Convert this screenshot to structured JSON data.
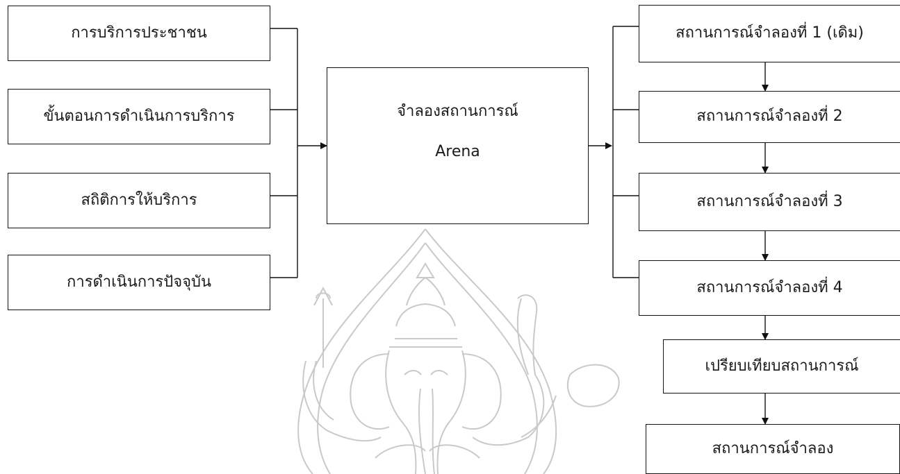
{
  "inputs": [
    {
      "label": "การบริการประชาชน"
    },
    {
      "label": "ขั้นตอนการดำเนินการบริการ"
    },
    {
      "label": "สถิติการให้บริการ"
    },
    {
      "label": "การดำเนินการปัจจุบัน"
    }
  ],
  "center": {
    "title": "จำลองสถานการณ์",
    "subtitle": "Arena"
  },
  "scenarios": [
    {
      "label": "สถานการณ์จำลองที่ 1 (เดิม)"
    },
    {
      "label": "สถานการณ์จำลองที่ 2"
    },
    {
      "label": "สถานการณ์จำลองที่ 3"
    },
    {
      "label": "สถานการณ์จำลองที่ 4"
    }
  ],
  "compare": {
    "label": "เปรียบเทียบสถานการณ์"
  },
  "result": {
    "label": "สถานการณ์จำลอง"
  },
  "colors": {
    "line": "#111111",
    "watermark": "#c9c9c9"
  },
  "watermark": {
    "icon": "ganesha-seal-icon"
  }
}
